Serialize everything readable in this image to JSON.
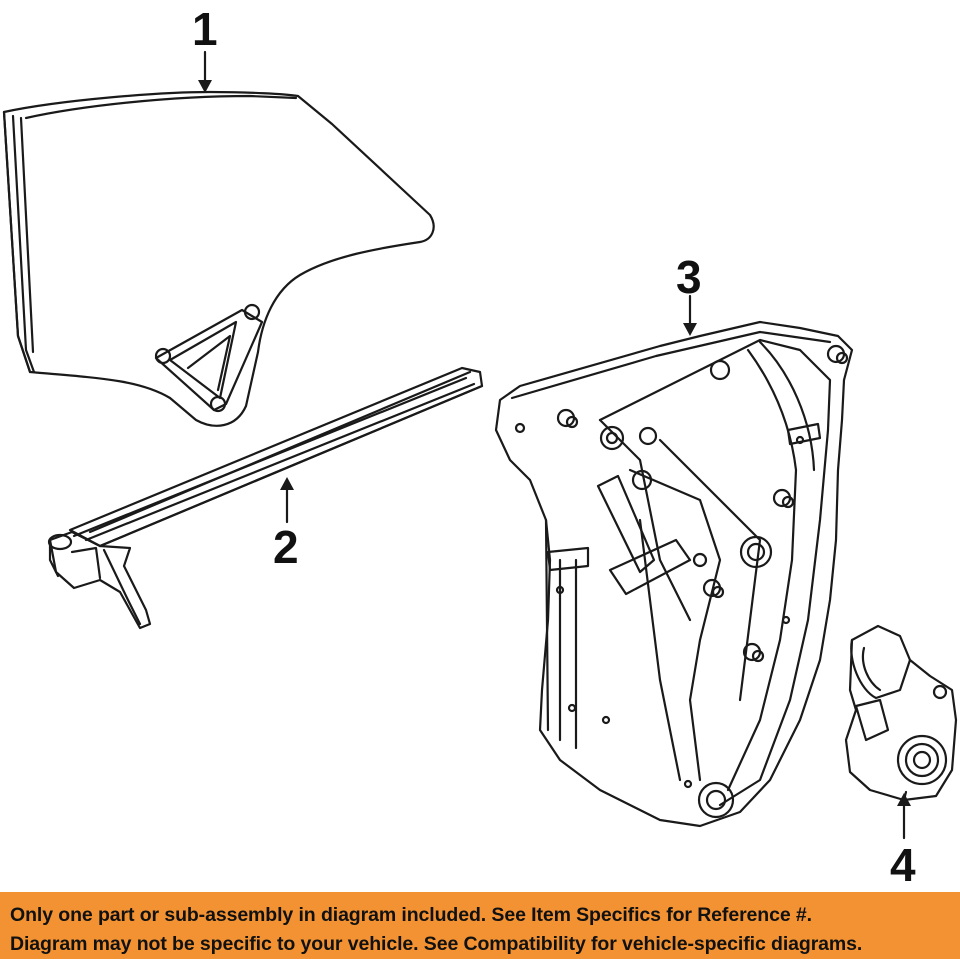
{
  "callouts": {
    "item1": "1",
    "item2": "2",
    "item3": "3",
    "item4": "4"
  },
  "banner": {
    "line1": "Only one part or sub-assembly in diagram included. See Item Specifics for Reference #.",
    "line2": "Diagram may not be specific to your vehicle. See Compatibility for vehicle-specific diagrams.",
    "color": "#f39233"
  },
  "line_color": "#1a1a1a"
}
